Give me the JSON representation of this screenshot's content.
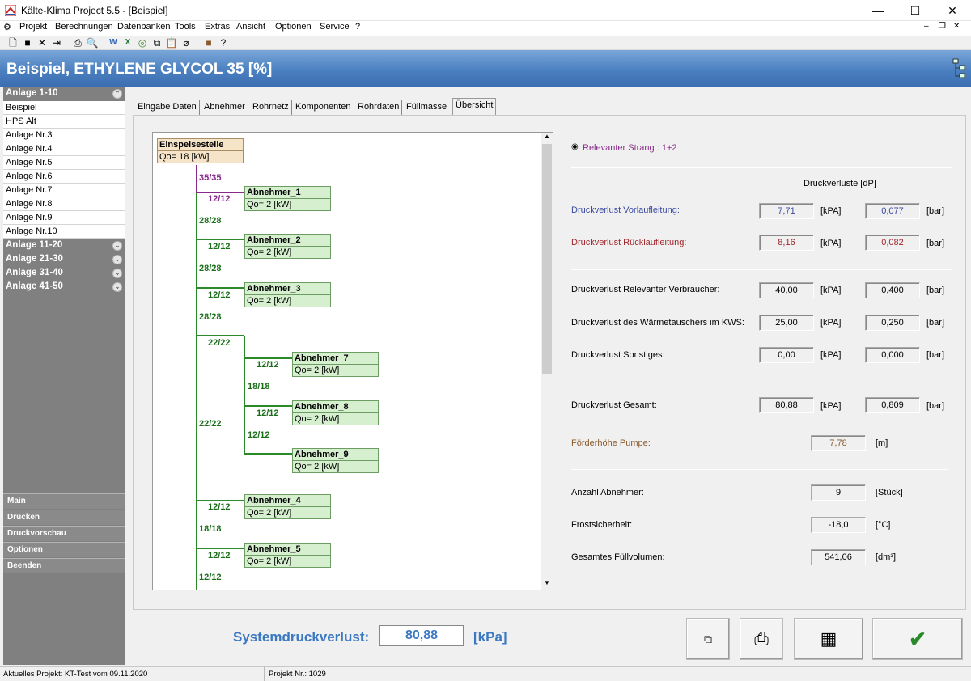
{
  "window": {
    "title": "Kälte-Klima Project 5.5 - [Beispiel]",
    "minimize": "—",
    "maximize": "☐",
    "close": "✕"
  },
  "menu": [
    {
      "label": "Projekt"
    },
    {
      "label": "Berechnungen"
    },
    {
      "label": "Datenbanken"
    },
    {
      "label": "Tools"
    },
    {
      "label": "Extras"
    },
    {
      "label": "Ansicht"
    },
    {
      "label": "Optionen"
    },
    {
      "label": "Service"
    },
    {
      "label": "?"
    }
  ],
  "mdi_controls": {
    "minimize": "–",
    "restore": "❐",
    "close": "✕"
  },
  "banner": {
    "title": "Beispiel, ETHYLENE GLYCOL 35 [%]"
  },
  "sidebar": {
    "group1": "Anlage 1-10",
    "items": [
      "Beispiel",
      "HPS Alt",
      "Anlage Nr.3",
      "Anlage Nr.4",
      "Anlage Nr.5",
      "Anlage Nr.6",
      "Anlage Nr.7",
      "Anlage Nr.8",
      "Anlage Nr.9",
      "Anlage Nr.10"
    ],
    "groups": [
      "Anlage 11-20",
      "Anlage 21-30",
      "Anlage 31-40",
      "Anlage 41-50"
    ],
    "bottom": [
      "Main",
      "Drucken",
      "Druckvorschau",
      "Optionen",
      "Beenden"
    ]
  },
  "tabs": [
    "Eingabe Daten",
    "Abnehmer",
    "Rohrnetz",
    "Komponenten",
    "Rohrdaten",
    "Füllmasse",
    "Übersicht"
  ],
  "diagram": {
    "root": {
      "name": "Einspeisestelle",
      "q": "Qo= 18 [kW]"
    },
    "nodes": [
      {
        "name": "Abnehmer_1",
        "q": "Qo= 2 [kW]"
      },
      {
        "name": "Abnehmer_2",
        "q": "Qo= 2 [kW]"
      },
      {
        "name": "Abnehmer_3",
        "q": "Qo= 2 [kW]"
      },
      {
        "name": "Abnehmer_7",
        "q": "Qo= 2 [kW]"
      },
      {
        "name": "Abnehmer_8",
        "q": "Qo= 2 [kW]"
      },
      {
        "name": "Abnehmer_9",
        "q": "Qo= 2 [kW]"
      },
      {
        "name": "Abnehmer_4",
        "q": "Qo= 2 [kW]"
      },
      {
        "name": "Abnehmer_5",
        "q": "Qo= 2 [kW]"
      }
    ],
    "labels": [
      "35/35",
      "12/12",
      "28/28",
      "12/12",
      "28/28",
      "12/12",
      "28/28",
      "22/22",
      "12/12",
      "18/18",
      "12/12",
      "12/12",
      "22/22",
      "12/12",
      "18/18",
      "12/12",
      "12/12"
    ]
  },
  "right": {
    "strang": "Relevanter Strang : 1+2",
    "header": "Druckverluste [dP]",
    "rows": [
      {
        "label": "Druckverlust Vorlaufleitung:",
        "kpa": "7,71",
        "bar": "0,077"
      },
      {
        "label": "Druckverlust Rücklaufleitung:",
        "kpa": "8,16",
        "bar": "0,082"
      },
      {
        "label": "Druckverlust Relevanter Verbraucher:",
        "kpa": "40,00",
        "bar": "0,400"
      },
      {
        "label": "Druckverlust des Wärmetauschers im KWS:",
        "kpa": "25,00",
        "bar": "0,250"
      },
      {
        "label": "Druckverlust Sonstiges:",
        "kpa": "0,00",
        "bar": "0,000"
      },
      {
        "label": "Druckverlust Gesamt:",
        "kpa": "80,88",
        "bar": "0,809"
      }
    ],
    "unit_kpa": "[kPA]",
    "unit_bar": "[bar]",
    "pump": {
      "label": "Förderhöhe Pumpe:",
      "value": "7,78",
      "unit": "[m]"
    },
    "anzahl": {
      "label": "Anzahl Abnehmer:",
      "value": "9",
      "unit": "[Stück]"
    },
    "frost": {
      "label": "Frostsicherheit:",
      "value": "-18,0",
      "unit": "[°C]"
    },
    "fuell": {
      "label": "Gesamtes Füllvolumen:",
      "value": "541,06",
      "unit": "[dm³]"
    }
  },
  "footer": {
    "label": "Systemdruckverlust:",
    "value": "80,88",
    "unit": "[kPa]"
  },
  "status": {
    "project": "Aktuelles Projekt: KT-Test vom 09.11.2020",
    "number": "Projekt Nr.: 1029"
  },
  "colors": {
    "vorlauf": "#3b4aa0",
    "ruecklauf": "#a0262c",
    "pump": "#8a5a2b",
    "strang": "#8a2a8a",
    "green": "#2a8a2a",
    "purple": "#8a2a8a"
  }
}
